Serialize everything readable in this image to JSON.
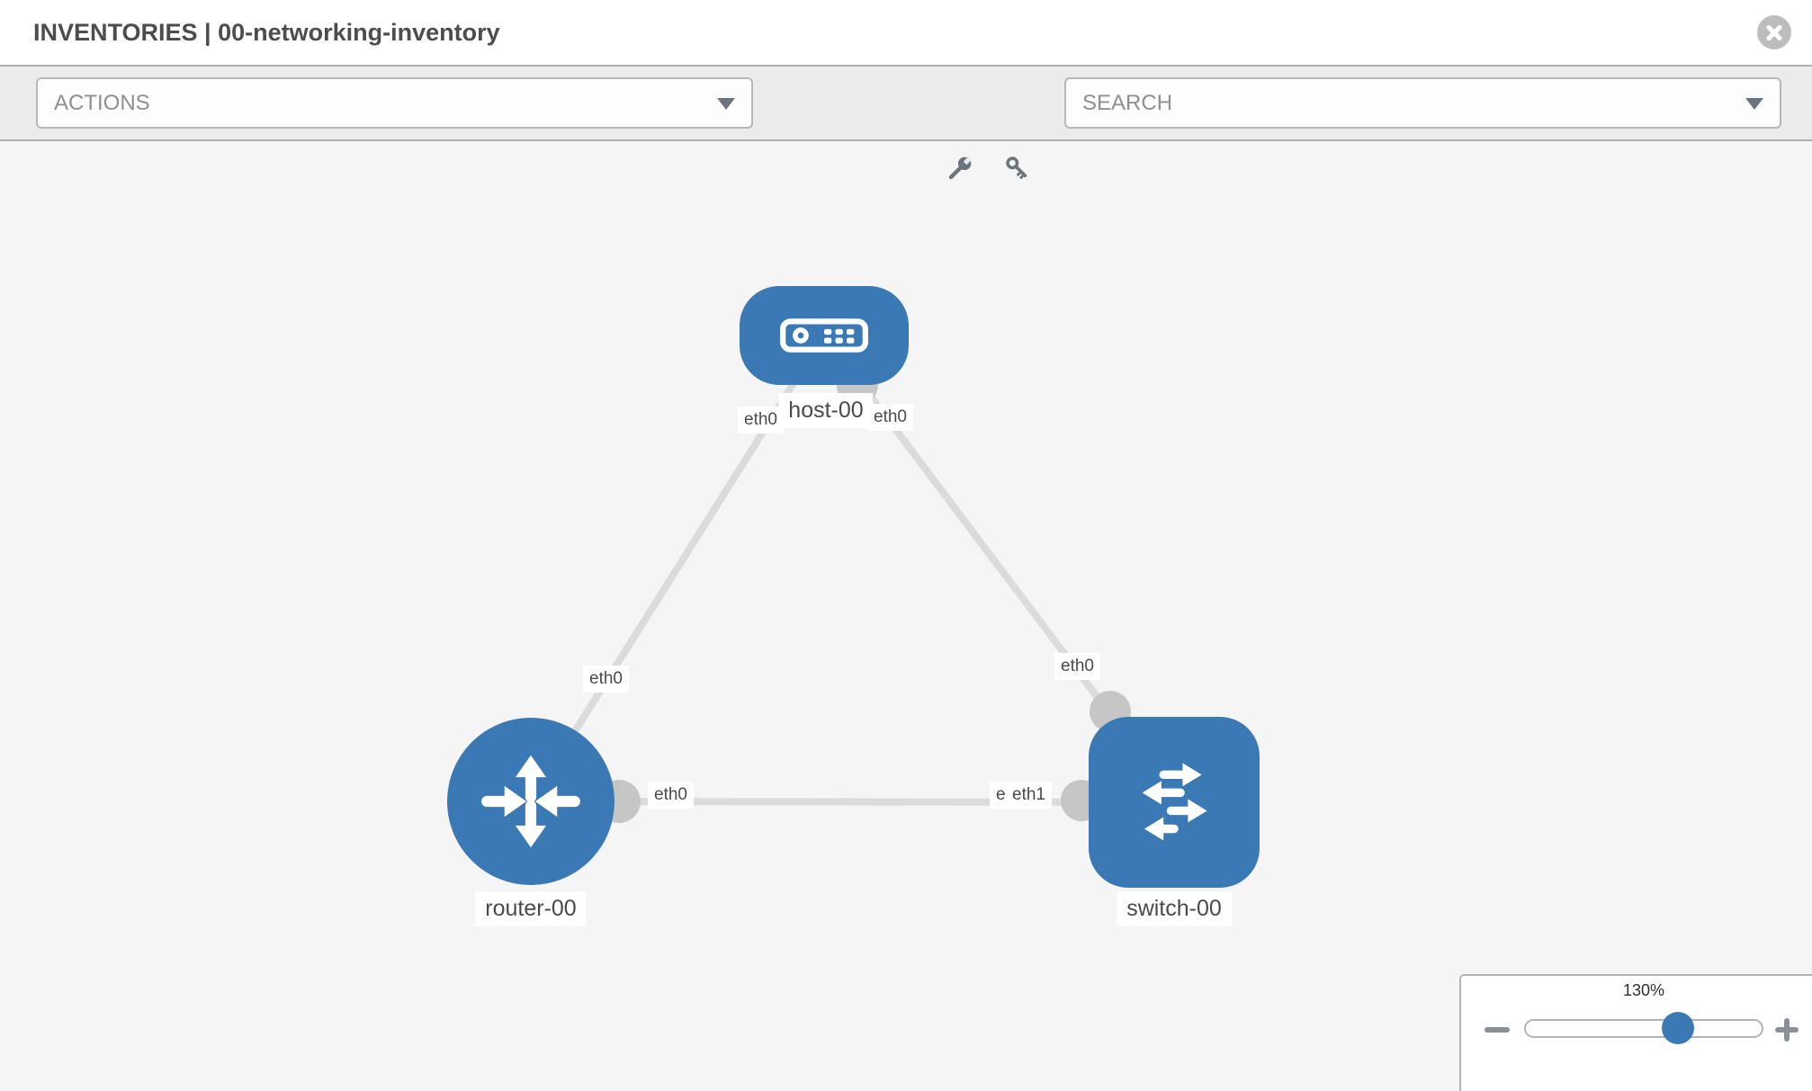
{
  "header": {
    "title": "INVENTORIES | 00-networking-inventory"
  },
  "toolbar": {
    "actions_label": "ACTIONS",
    "search_label": "SEARCH",
    "icons": [
      "wrench-icon",
      "key-icon",
      "chevron-down-icon"
    ]
  },
  "canvas": {
    "nodes": [
      {
        "label": "host-00",
        "type": "host",
        "icon": "server-icon"
      },
      {
        "label": "router-00",
        "type": "router",
        "icon": "router-arrows-icon"
      },
      {
        "label": "switch-00",
        "type": "switch",
        "icon": "switch-arrows-icon"
      }
    ],
    "links": [
      {
        "from": "host-00",
        "to": "router-00",
        "from_interface": "eth0",
        "to_interface": "eth0"
      },
      {
        "from": "host-00",
        "to": "switch-00",
        "from_interface": "eth0",
        "to_interface": "eth0"
      },
      {
        "from": "router-00",
        "to": "switch-00",
        "from_interface": "eth0",
        "to_interface": "eth1"
      }
    ],
    "interface_labels": [
      {
        "text": "eth0"
      },
      {
        "text": "eth0"
      },
      {
        "text": "eth0"
      },
      {
        "text": "eth0"
      },
      {
        "text": "eth0"
      },
      {
        "text": "eth0"
      },
      {
        "text": "eth1"
      }
    ]
  },
  "zoom_control": {
    "level": "130%",
    "icons": [
      "minus-icon",
      "plus-icon"
    ]
  },
  "colors": {
    "node_blue": "#3b79b5",
    "link_gray": "#dbdbdb",
    "connector_gray": "#c6c6c6",
    "canvas_bg": "#f5f5f5",
    "toolbar_bg": "#ebebeb",
    "border_gray": "#aeaeae",
    "label_text": "#4a4a4a",
    "placeholder_text": "#8f8f8f",
    "icon_gray": "#6e747c"
  }
}
